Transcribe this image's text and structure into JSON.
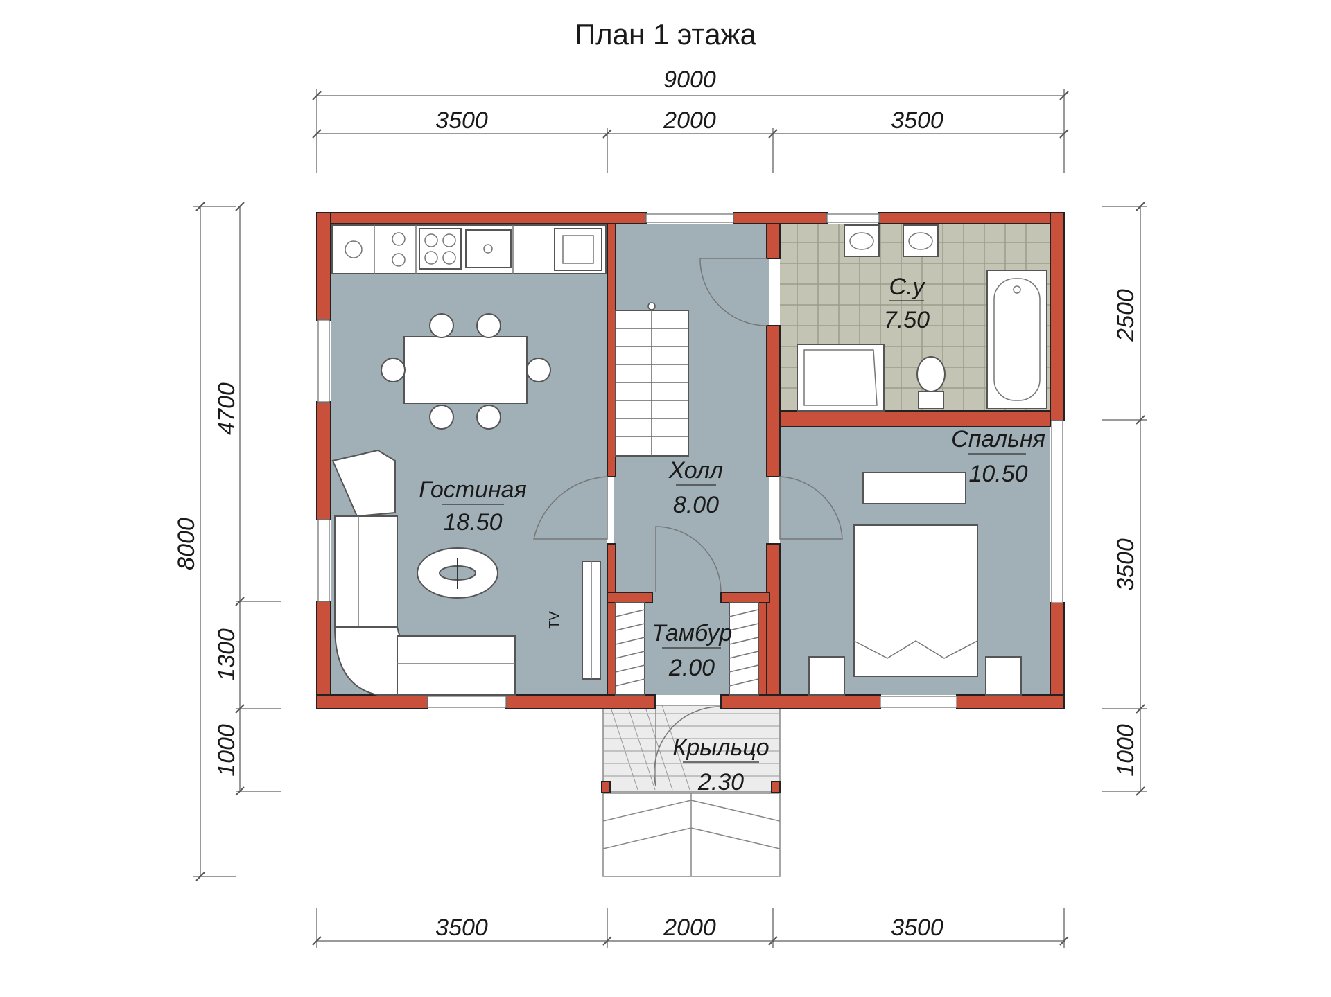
{
  "title": "План 1 этажа",
  "dimensions": {
    "top_total": "9000",
    "top_left": "3500",
    "top_mid": "2000",
    "top_right": "3500",
    "bottom_left": "3500",
    "bottom_mid": "2000",
    "bottom_right": "3500",
    "left_total": "8000",
    "left_upper": "4700",
    "left_middle": "1300",
    "left_lower": "1000",
    "right_upper": "2500",
    "right_middle": "3500",
    "right_lower": "1000"
  },
  "rooms": {
    "living": {
      "name": "Гостиная",
      "area": "18.50"
    },
    "hall": {
      "name": "Холл",
      "area": "8.00"
    },
    "bathroom": {
      "name": "С.у",
      "area": "7.50"
    },
    "bedroom": {
      "name": "Спальня",
      "area": "10.50"
    },
    "vestibule": {
      "name": "Тамбур",
      "area": "2.00"
    },
    "porch": {
      "name": "Крыльцо",
      "area": "2.30"
    }
  },
  "labels": {
    "tv": "TV"
  },
  "colors": {
    "wall": "#c9503a",
    "floor": "#a0b0b6",
    "tile": "#c3c4b4"
  }
}
